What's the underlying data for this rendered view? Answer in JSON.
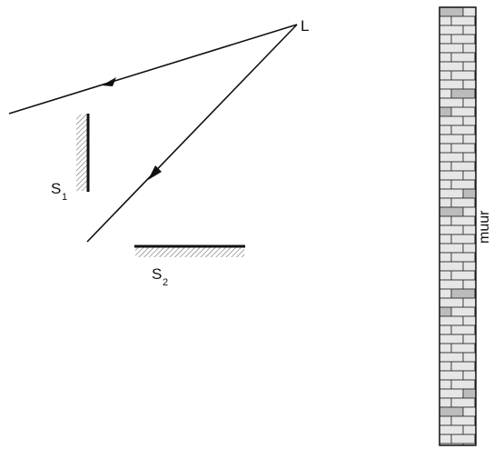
{
  "labels": {
    "source": "L",
    "mirror1": "S",
    "mirror1_sub": "1",
    "mirror2": "S",
    "mirror2_sub": "2",
    "wall": "muur"
  },
  "colors": {
    "ink": "#111111",
    "brick_light": "#e6e6e6",
    "brick_dark": "#bcbcbc",
    "mortar": "#333333"
  }
}
